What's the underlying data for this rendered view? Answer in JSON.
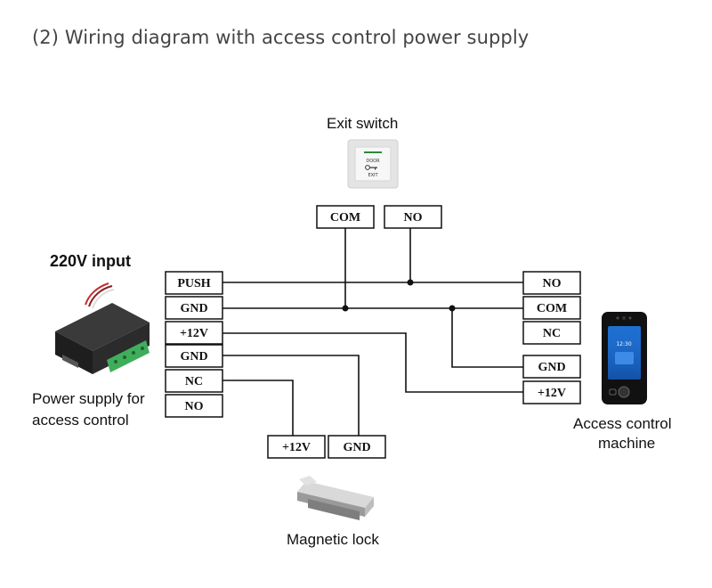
{
  "title": "(2) Wiring diagram with access control power supply",
  "devices": {
    "exit_switch": {
      "label": "Exit switch",
      "plate_text": [
        "DOOR",
        "EXIT"
      ]
    },
    "power_input": {
      "label": "220V input"
    },
    "power_supply": {
      "label_line1": "Power supply for",
      "label_line2": "access control"
    },
    "access_machine": {
      "label_line1": "Access control",
      "label_line2": "machine",
      "screen_time": "12:30"
    },
    "magnetic_lock": {
      "label": "Magnetic lock"
    }
  },
  "terminals": {
    "exit_switch": [
      "COM",
      "NO"
    ],
    "power_supply": [
      "PUSH",
      "GND",
      "+12V",
      "GND",
      "NC",
      "NO"
    ],
    "access_machine": [
      "NO",
      "COM",
      "NC",
      "GND",
      "+12V"
    ],
    "magnetic_lock": [
      "+12V",
      "GND"
    ]
  },
  "colors": {
    "wire": "#111111",
    "text": "#111111",
    "heading": "#444444",
    "psu_terminal": "#3fae5a"
  }
}
